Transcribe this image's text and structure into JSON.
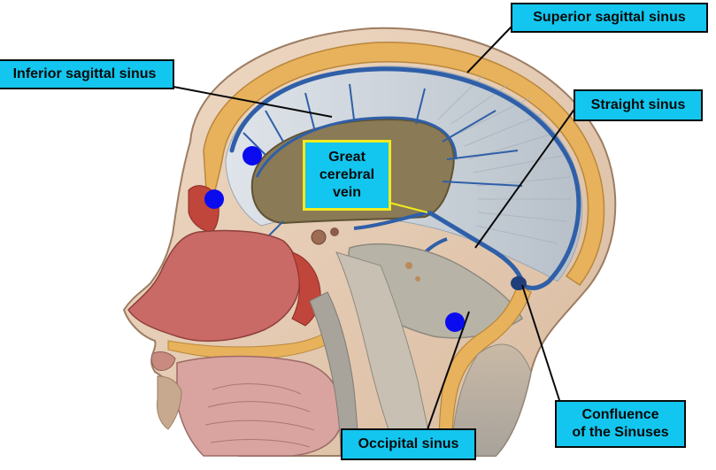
{
  "labels": {
    "superior_sagittal_sinus": "Superior sagittal sinus",
    "inferior_sagittal_sinus": "Inferior sagittal sinus",
    "straight_sinus": "Straight sinus",
    "great_cerebral_vein_line1": "Great",
    "great_cerebral_vein_line2": "cerebral",
    "great_cerebral_vein_line3": "vein",
    "confluence_line1": "Confluence",
    "confluence_line2": "of the Sinuses",
    "occipital_sinus": "Occipital sinus"
  },
  "colors": {
    "label_fill": "#13c6ef",
    "label_border": "#0a0a0a",
    "great_vein_border": "#f2ea1d",
    "marker_dot": "#0b0bf0",
    "sinus_vessel": "#2f5fa8",
    "bone": "#e8b25c",
    "nasal_mucosa": "#c96a66",
    "brain_falx": "#cfd6dd",
    "ventricle": "#8a7a55"
  }
}
